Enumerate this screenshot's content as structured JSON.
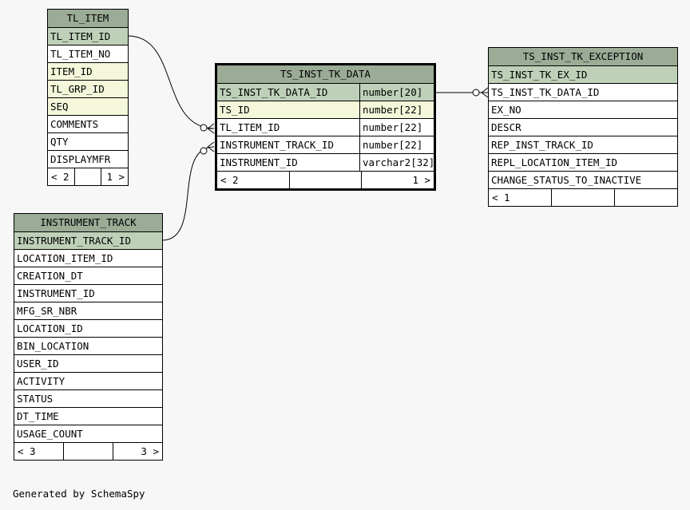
{
  "tables": {
    "tl_item": {
      "name": "TL_ITEM",
      "columns": [
        {
          "name": "TL_ITEM_ID",
          "key": "pk"
        },
        {
          "name": "TL_ITEM_NO",
          "key": ""
        },
        {
          "name": "ITEM_ID",
          "key": "fk"
        },
        {
          "name": "TL_GRP_ID",
          "key": "fk"
        },
        {
          "name": "SEQ",
          "key": "fk"
        },
        {
          "name": "COMMENTS",
          "key": ""
        },
        {
          "name": "QTY",
          "key": ""
        },
        {
          "name": "DISPLAYMFR",
          "key": ""
        }
      ],
      "footer": {
        "parents": "< 2",
        "children": "1 >"
      }
    },
    "instrument_track": {
      "name": "INSTRUMENT_TRACK",
      "columns": [
        {
          "name": "INSTRUMENT_TRACK_ID",
          "key": "pk"
        },
        {
          "name": "LOCATION_ITEM_ID",
          "key": ""
        },
        {
          "name": "CREATION_DT",
          "key": ""
        },
        {
          "name": "INSTRUMENT_ID",
          "key": ""
        },
        {
          "name": "MFG_SR_NBR",
          "key": ""
        },
        {
          "name": "LOCATION_ID",
          "key": ""
        },
        {
          "name": "BIN_LOCATION",
          "key": ""
        },
        {
          "name": "USER_ID",
          "key": ""
        },
        {
          "name": "ACTIVITY",
          "key": ""
        },
        {
          "name": "STATUS",
          "key": ""
        },
        {
          "name": "DT_TIME",
          "key": ""
        },
        {
          "name": "USAGE_COUNT",
          "key": ""
        }
      ],
      "footer": {
        "parents": "< 3",
        "children": "3 >"
      }
    },
    "ts_inst_tk_data": {
      "name": "TS_INST_TK_DATA",
      "columns": [
        {
          "name": "TS_INST_TK_DATA_ID",
          "type": "number[20]",
          "key": "pk"
        },
        {
          "name": "TS_ID",
          "type": "number[22]",
          "key": "fk"
        },
        {
          "name": "TL_ITEM_ID",
          "type": "number[22]",
          "key": ""
        },
        {
          "name": "INSTRUMENT_TRACK_ID",
          "type": "number[22]",
          "key": ""
        },
        {
          "name": "INSTRUMENT_ID",
          "type": "varchar2[32]",
          "key": ""
        }
      ],
      "footer": {
        "parents": "< 2",
        "children": "1 >"
      }
    },
    "ts_inst_tk_exception": {
      "name": "TS_INST_TK_EXCEPTION",
      "columns": [
        {
          "name": "TS_INST_TK_EX_ID",
          "key": "pk"
        },
        {
          "name": "TS_INST_TK_DATA_ID",
          "key": ""
        },
        {
          "name": "EX_NO",
          "key": ""
        },
        {
          "name": "DESCR",
          "key": ""
        },
        {
          "name": "REP_INST_TRACK_ID",
          "key": ""
        },
        {
          "name": "REPL_LOCATION_ITEM_ID",
          "key": ""
        },
        {
          "name": "CHANGE_STATUS_TO_INACTIVE",
          "key": ""
        }
      ],
      "footer": {
        "parents": "< 1",
        "children": ""
      }
    }
  },
  "credit": "Generated by SchemaSpy",
  "colors": {
    "header": "#9bab96",
    "primary_key": "#bed1b8",
    "foreign_key": "#f4f7da",
    "background": "#f7f7f7"
  }
}
